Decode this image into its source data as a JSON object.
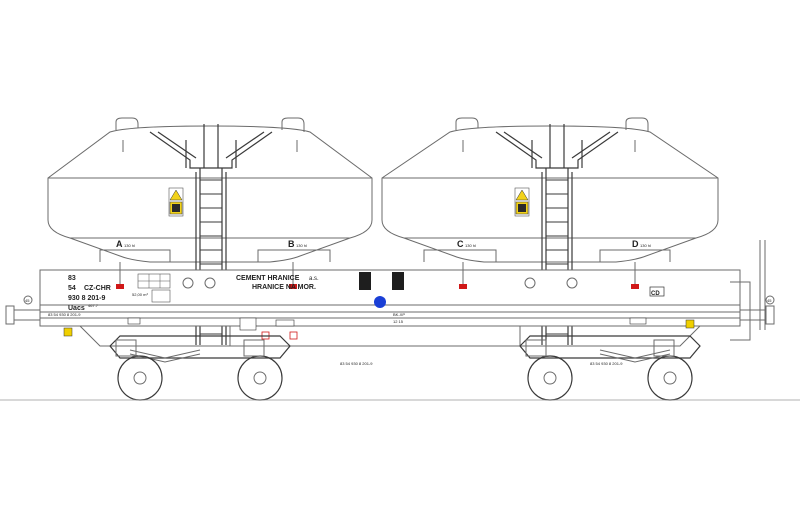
{
  "wagon": {
    "number_line1": "83",
    "number_line2": "54",
    "keeper": "CZ-CHR",
    "number_line3": "930 8 201-9",
    "class": "Uacs",
    "class_sup": "467.7",
    "owner_line1": "CEMENT HRANICE",
    "owner_suffix": "a.s.",
    "owner_line2": "HRANICE NA MOR.",
    "operator": "CD",
    "small_number_left": "83 54 930 8 201-9",
    "small_number_mid": "83 54 930 8 201-9",
    "bk_label": "BK-XP",
    "bk_value": "12 15",
    "scale_left": "52,00 m³",
    "brake_left": "U",
    "brake_right": "U",
    "end_marker": "45"
  },
  "hoppers": [
    {
      "letter": "A",
      "capacity": "130 hl"
    },
    {
      "letter": "B",
      "capacity": "130 hl"
    },
    {
      "letter": "C",
      "capacity": "130 hl"
    },
    {
      "letter": "D",
      "capacity": "130 hl"
    }
  ],
  "colors": {
    "stroke": "#6b6b6b",
    "dark": "#3a3a3a",
    "red_marker": "#d01818",
    "blue_disc": "#1a3fd6",
    "warning_yellow": "#f2d21a",
    "buffer_yellow": "#f0d000",
    "background": "#ffffff"
  }
}
